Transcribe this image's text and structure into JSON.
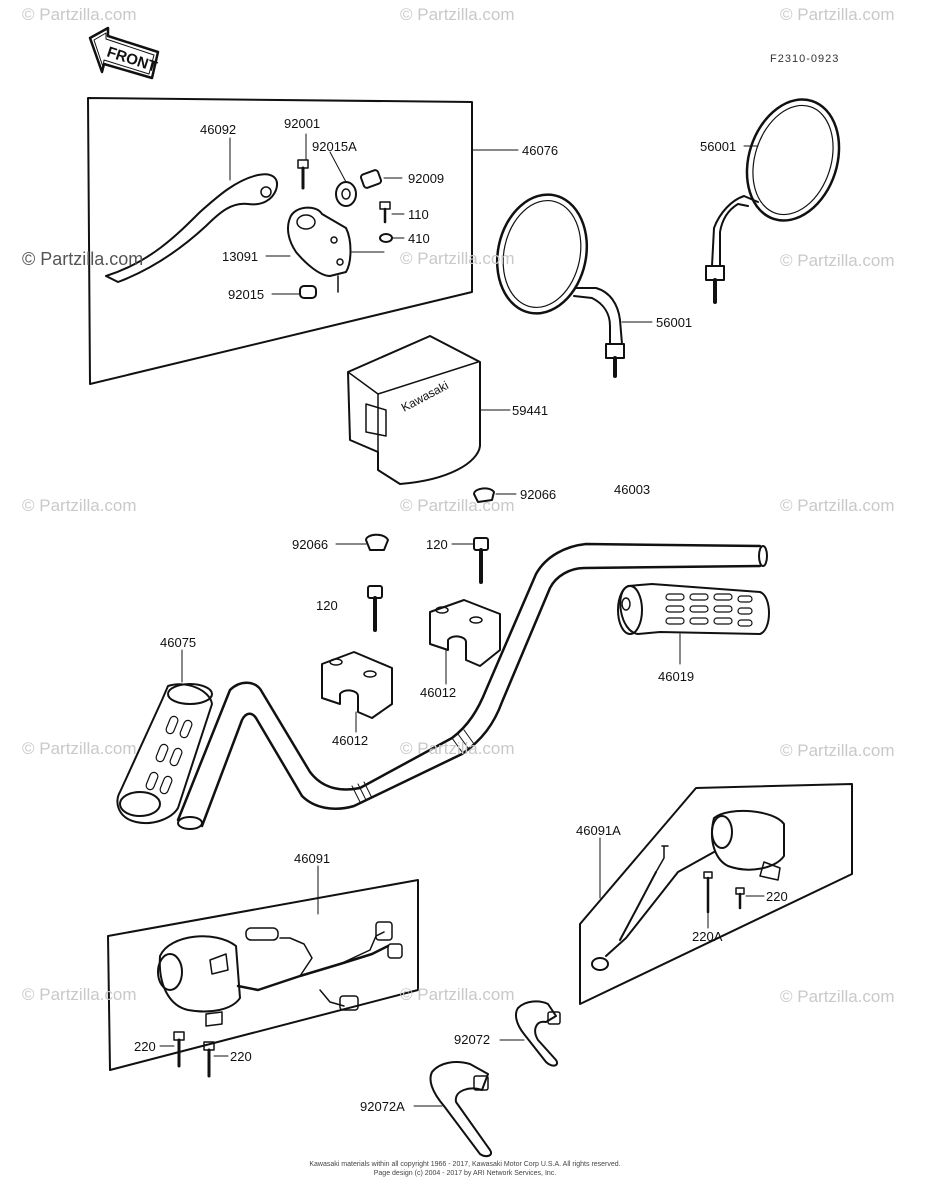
{
  "watermarks": {
    "site": "© Partzilla.com",
    "site_dark": "© Partzilla.com"
  },
  "reference_code": "F2310-0923",
  "front_label": "FRONT",
  "brand_on_cover": "Kawasaki",
  "part_labels": {
    "p46092": "46092",
    "p92001": "92001",
    "p92015a": "92015A",
    "p92009": "92009",
    "p46076": "46076",
    "p110": "110",
    "p410": "410",
    "p13091": "13091",
    "p92015": "92015",
    "p56001_right": "56001",
    "p56001_left": "56001",
    "p59441": "59441",
    "p92066_top": "92066",
    "p46003": "46003",
    "p92066_left": "92066",
    "p120_top": "120",
    "p120_left": "120",
    "p46075": "46075",
    "p46012_left": "46012",
    "p46012_right": "46012",
    "p46019": "46019",
    "p46091a": "46091A",
    "p220_right": "220",
    "p220a": "220A",
    "p46091": "46091",
    "p220_left_a": "220",
    "p220_left_b": "220",
    "p92072": "92072",
    "p92072a": "92072A"
  },
  "footer": {
    "line1": "Kawasaki materials within all copyright 1966 - 2017, Kawasaki Motor Corp U.S.A. All rights reserved.",
    "line2": "Page design (c) 2004 - 2017 by ARI Network Services, Inc."
  }
}
